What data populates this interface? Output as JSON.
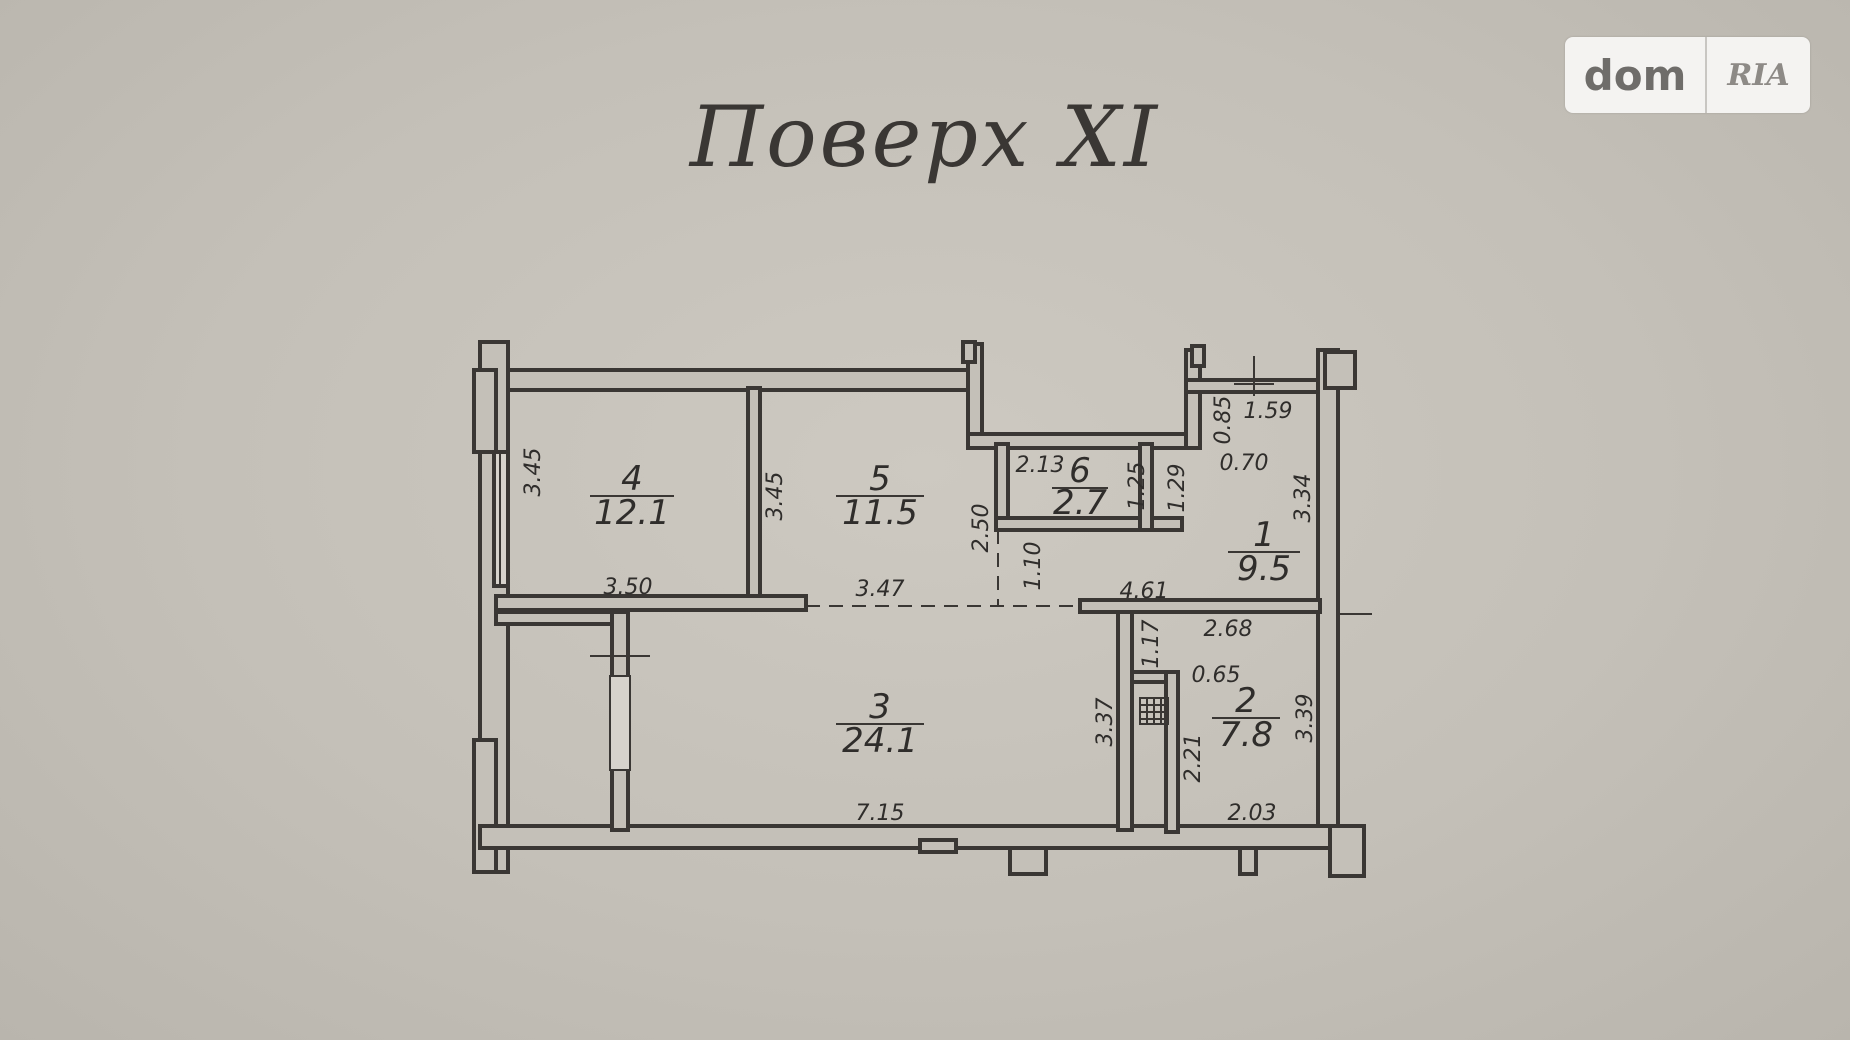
{
  "title": "Поверх XI",
  "watermark": {
    "left": "dom",
    "right": "RIA"
  },
  "rooms": [
    {
      "number": "1",
      "area": "9.5"
    },
    {
      "number": "2",
      "area": "7.8"
    },
    {
      "number": "3",
      "area": "24.1"
    },
    {
      "number": "4",
      "area": "12.1"
    },
    {
      "number": "5",
      "area": "11.5"
    },
    {
      "number": "6",
      "area": "2.7"
    }
  ],
  "dimensions": {
    "r4_left": "3.45",
    "r4_bottom": "3.50",
    "r5_left": "3.45",
    "r5_bottom": "3.47",
    "hall_left": "2.50",
    "hall_small": "1.10",
    "r6_top": "2.13",
    "r6_right": "1.25",
    "wall_129": "1.29",
    "r1_085": "0.85",
    "r1_top": "1.59",
    "r1_070": "0.70",
    "r1_right": "3.34",
    "r1_bottom": "4.61",
    "r2_top": "2.68",
    "r2_117": "1.17",
    "r2_065": "0.65",
    "r2_left": "2.21",
    "r2_right": "3.39",
    "r2_bottom": "2.03",
    "r3_right": "3.37",
    "r3_bottom": "7.15"
  }
}
